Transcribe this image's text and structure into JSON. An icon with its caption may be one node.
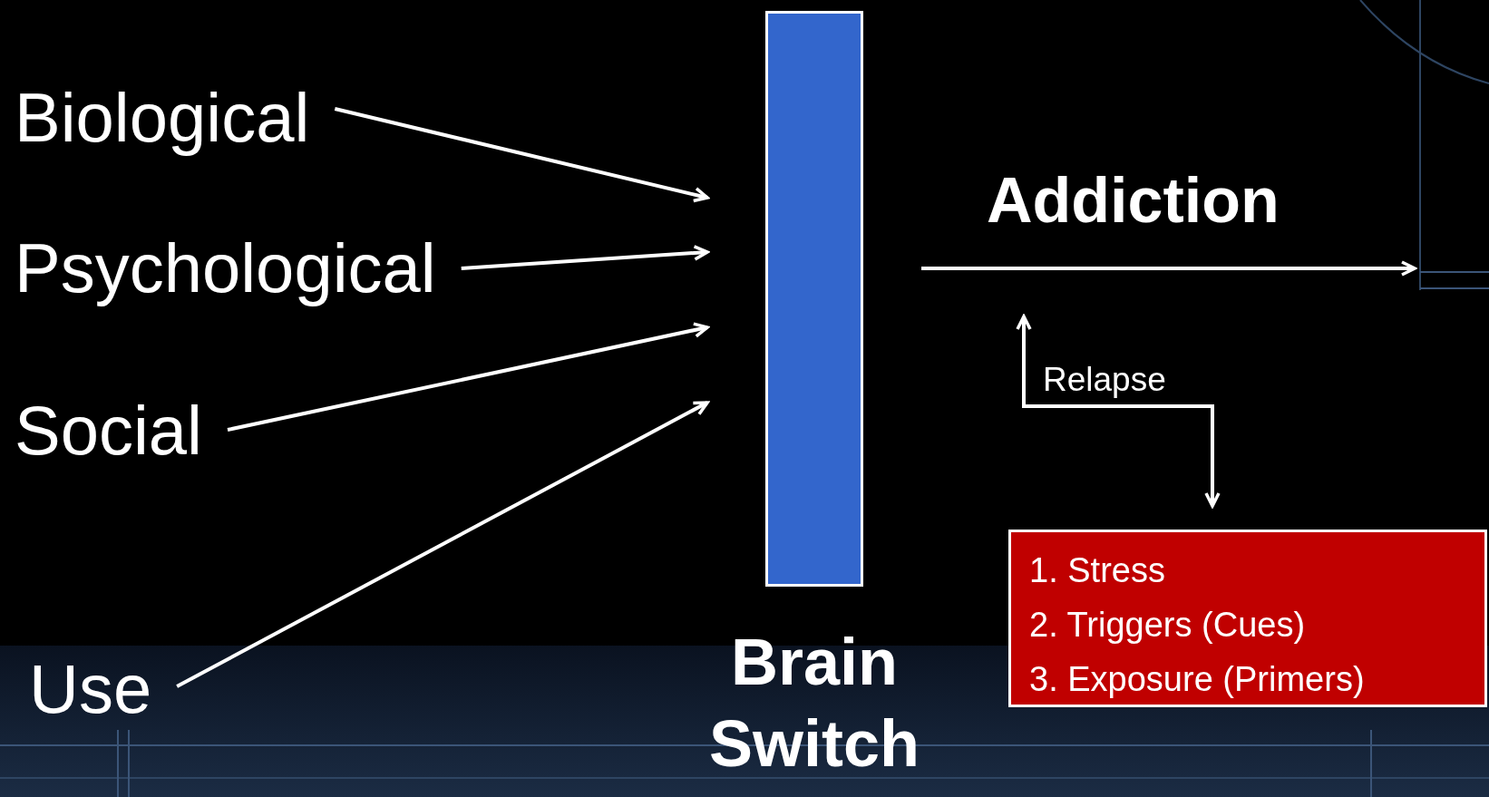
{
  "diagram": {
    "nodes": [
      {
        "text": [
          "Biological"
        ]
      },
      {
        "text": [
          "Psychological"
        ]
      },
      {
        "text": [
          "Social"
        ]
      },
      {
        "text": [
          "Use"
        ]
      },
      {
        "text": [
          "Brain Switch"
        ]
      },
      {
        "text": [
          "1. Stress",
          "2. Triggers (Cues)",
          "3. Exposure (Primers)"
        ]
      }
    ],
    "edges": [
      {
        "from": 0,
        "to": 4,
        "arrow": "to"
      },
      {
        "from": 1,
        "to": 4,
        "arrow": "to"
      },
      {
        "from": 2,
        "to": 4,
        "arrow": "to"
      },
      {
        "from": 3,
        "to": 4,
        "arrow": "to"
      },
      {
        "from": 4,
        "to": null,
        "arrow": "to",
        "label": "Addiction"
      },
      {
        "from": null,
        "to": 5,
        "arrow": "both",
        "label": "Relapse"
      }
    ]
  }
}
